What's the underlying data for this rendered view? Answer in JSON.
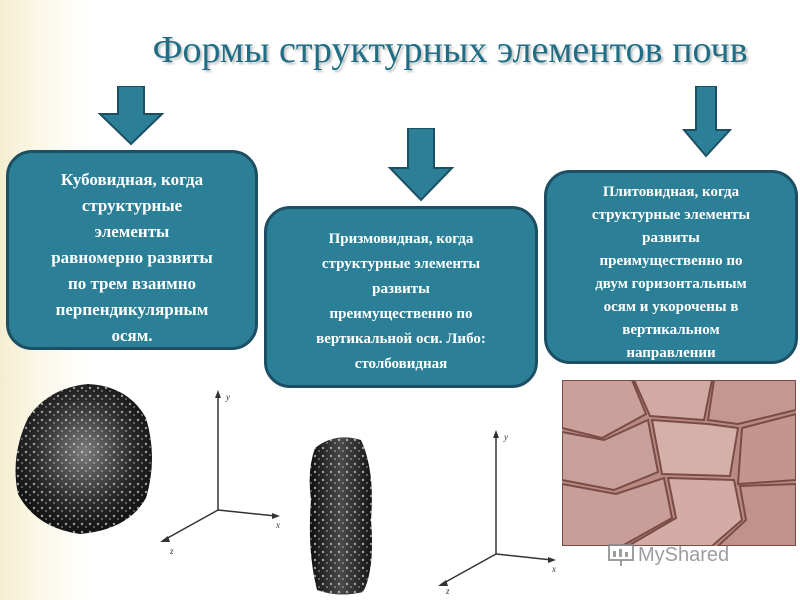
{
  "slide": {
    "title": "Формы структурных элементов почв"
  },
  "boxes": [
    {
      "text": "Кубовидная, когда\nструктурные\nэлементы\nравномерно развиты\nпо трем взаимно\nперпендикулярным\nосям."
    },
    {
      "text": "Призмовидная, когда\nструктурные элементы\nразвиты\nпреимущественно по\nвертикальной оси. Либо:\nстолбовидная"
    },
    {
      "text": "Плитовидная, когда\nструктурные элементы\nразвиты\nпреимущественно по\nдвум горизонтальным\nосям и укорочены в\nвертикальном\nнаправлении"
    }
  ],
  "axes": [
    {
      "x": "x",
      "y": "y",
      "z": "z"
    },
    {
      "x": "x",
      "y": "y",
      "z": "z"
    }
  ],
  "watermark": {
    "text": "MyShared"
  },
  "colors": {
    "title": "#1f6e86",
    "box_fill": "#2b7f97",
    "box_border": "#1d4f64",
    "arrow": "#2b7f97"
  }
}
